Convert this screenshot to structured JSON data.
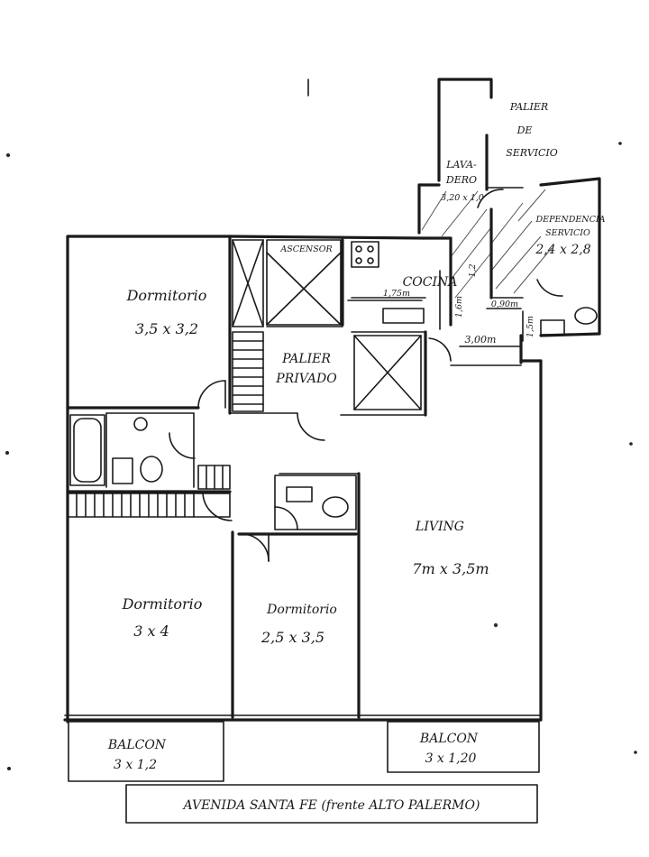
{
  "rooms": {
    "dormitorio_1": {
      "name": "Dormitorio",
      "size": "3,5 x 3,2"
    },
    "dormitorio_2": {
      "name": "Dormitorio",
      "size": "3 x 4"
    },
    "dormitorio_3": {
      "name": "Dormitorio",
      "size": "2,5 x 3,5"
    },
    "living": {
      "name": "LIVING",
      "size": "7m x 3,5m"
    },
    "cocina": {
      "name": "COCINA"
    },
    "palier_privado": {
      "line1": "PALIER",
      "line2": "PRIVADO"
    },
    "ascensor": {
      "name": "ASCENSOR"
    },
    "lavadero": {
      "line1": "LAVA-",
      "line2": "DERO",
      "size": "3,20 x 1,0"
    },
    "palier_servicio": {
      "line1": "PALIER",
      "line2": "DE",
      "line3": "SERVICIO"
    },
    "dependencia": {
      "line1": "DEPENDENCIA",
      "line2": "SERVICIO",
      "size": "2,4 x 2,8"
    },
    "balcon_1": {
      "name": "BALCON",
      "size": "3 x 1,2"
    },
    "balcon_2": {
      "name": "BALCON",
      "size": "3 x 1,20"
    }
  },
  "dimensions": {
    "kitchen_width": "1,75m",
    "kitchen_height": "1,6m",
    "kitchen_extra": "1,2",
    "kitchen_depth": "3,00m",
    "service_width": "0,90m",
    "service_height": "1,5m"
  },
  "street": "AVENIDA SANTA FE (frente ALTO PALERMO)"
}
